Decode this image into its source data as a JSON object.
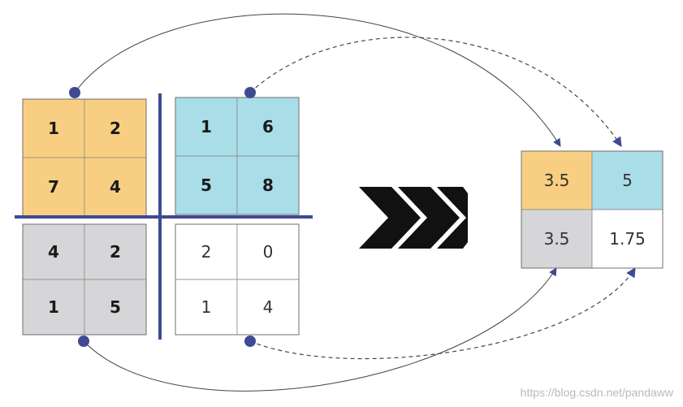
{
  "colors": {
    "orange": "#f8cf82",
    "blue": "#a9dde8",
    "gray": "#d6d6d8",
    "white": "#ffffff",
    "divider": "#3f4a93",
    "dot": "#3f4a93",
    "arrow": "#3f4a93",
    "chevron": "#111111",
    "cellLine": "#8a8a8a"
  },
  "input": {
    "top_left": {
      "values": [
        [
          "1",
          "2"
        ],
        [
          "7",
          "4"
        ]
      ],
      "color": "orange"
    },
    "top_right": {
      "values": [
        [
          "1",
          "6"
        ],
        [
          "5",
          "8"
        ]
      ],
      "color": "blue"
    },
    "bottom_left": {
      "values": [
        [
          "4",
          "2"
        ],
        [
          "1",
          "5"
        ]
      ],
      "color": "gray"
    },
    "bottom_right": {
      "values": [
        [
          "2",
          "0"
        ],
        [
          "1",
          "4"
        ]
      ],
      "color": "white"
    }
  },
  "output": {
    "values": [
      [
        "3.5",
        "5"
      ],
      [
        "3.5",
        "1.75"
      ]
    ],
    "colors": [
      [
        "orange",
        "blue"
      ],
      [
        "gray",
        "white"
      ]
    ]
  },
  "icons": {
    "chevrons": "chevron-right-icon",
    "connector_dot": "dot-icon",
    "arrowhead": "arrowhead-icon"
  },
  "watermark": "https://blog.csdn.net/pandaww"
}
